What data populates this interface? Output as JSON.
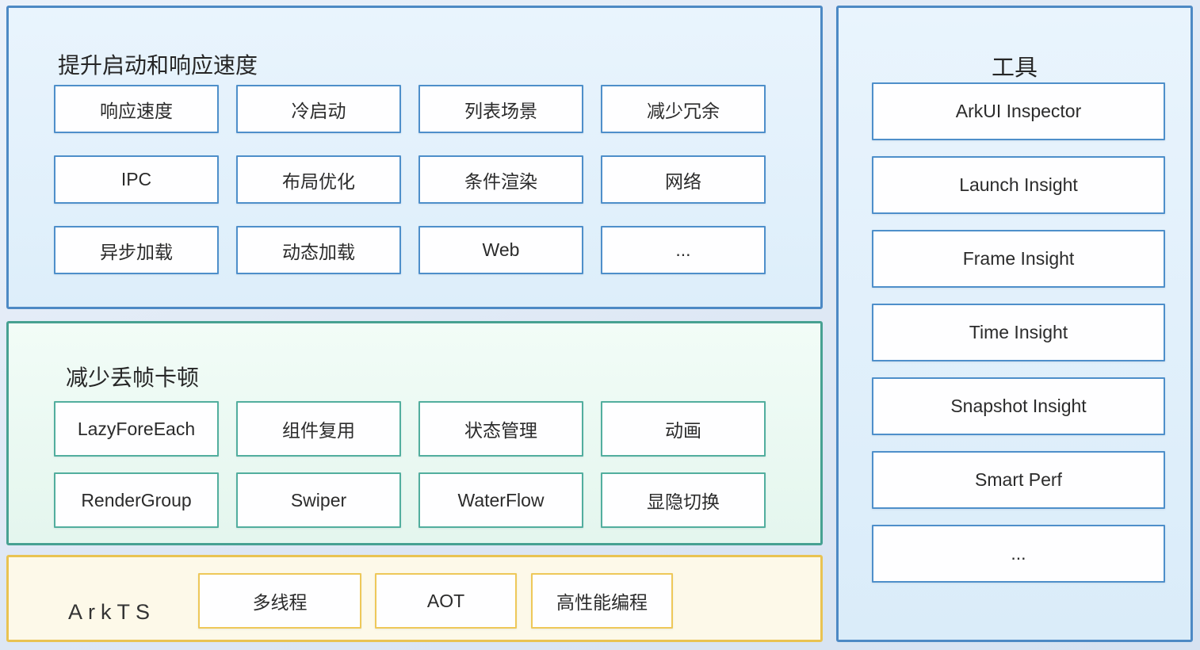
{
  "startup": {
    "title": "提升启动和响应速度",
    "items": [
      "响应速度",
      "冷启动",
      "列表场景",
      "减少冗余",
      "IPC",
      "布局优化",
      "条件渲染",
      "网络",
      "异步加载",
      "动态加载",
      "Web",
      "..."
    ]
  },
  "frames": {
    "title": "减少丢帧卡顿",
    "items": [
      "LazyForeEach",
      "组件复用",
      "状态管理",
      "动画",
      "RenderGroup",
      "Swiper",
      "WaterFlow",
      "显隐切换"
    ]
  },
  "arkts": {
    "title": "ArkTS",
    "items": [
      "多线程",
      "AOT",
      "高性能编程"
    ]
  },
  "tools": {
    "title": "工具",
    "items": [
      "ArkUI Inspector",
      "Launch Insight",
      "Frame Insight",
      "Time Insight",
      "Snapshot Insight",
      "Smart Perf",
      "..."
    ]
  },
  "colors": {
    "blue_border": "#4d89c4",
    "teal_border": "#47a192",
    "yellow_border": "#e9c352",
    "box_blue_border": "#4e8fca",
    "box_teal_border": "#52ae9e",
    "box_gold_border": "#eec859",
    "text": "#2b2b2b"
  }
}
